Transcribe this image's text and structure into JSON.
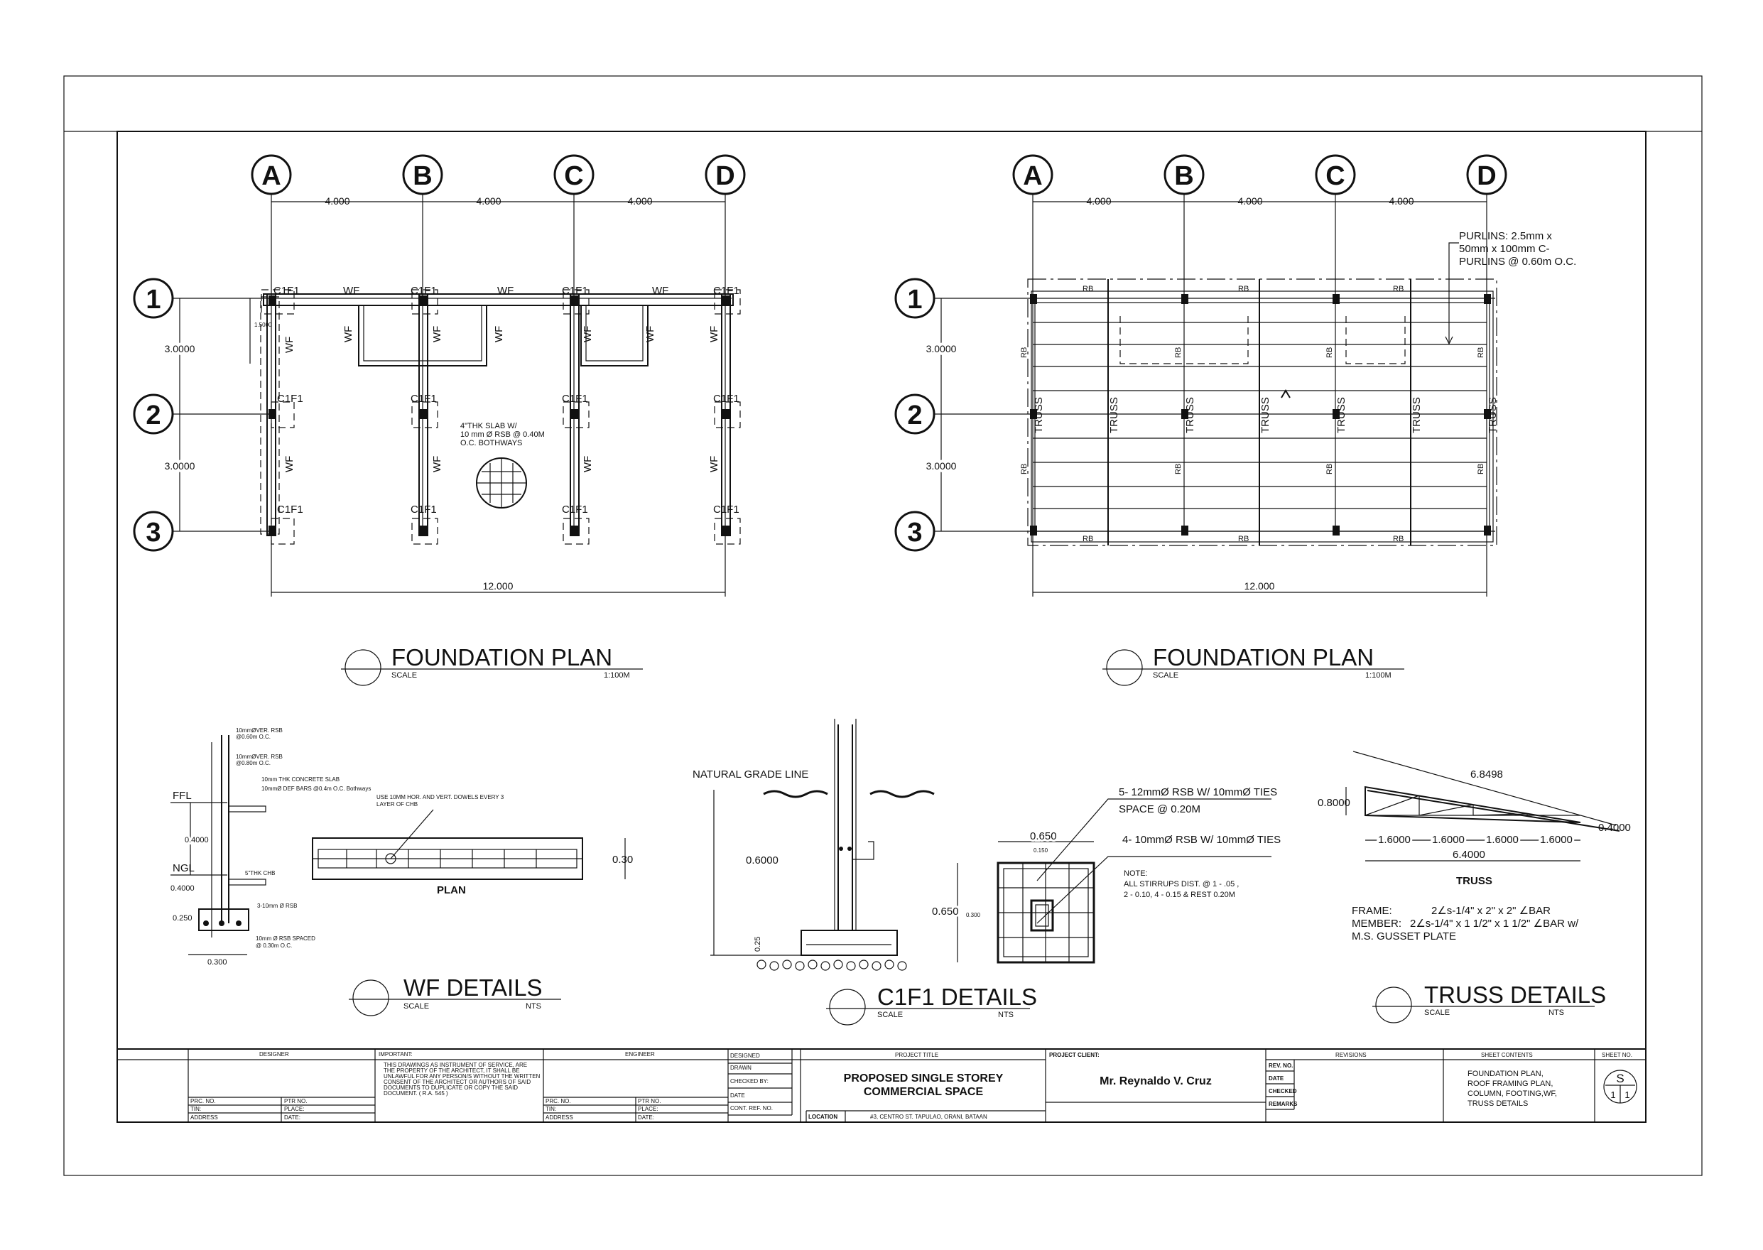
{
  "grid_letters": [
    "A",
    "B",
    "C",
    "D"
  ],
  "grid_numbers": [
    "1",
    "2",
    "3"
  ],
  "plan1": {
    "bay_dims": [
      "4.000",
      "4.000",
      "4.000"
    ],
    "row_dims": [
      "3.0000",
      "3.0000"
    ],
    "overall": "12.000",
    "small_dim": "1.5000",
    "column_tag": "C1F1",
    "footing_tag": "WF",
    "slab_note": [
      "4\"THK SLAB W/",
      "10 mm Ø RSB @ 0.40M",
      "O.C. BOTHWAYS"
    ],
    "title": "FOUNDATION PLAN",
    "scale_label": "SCALE",
    "scale_value": "1:100M"
  },
  "plan2": {
    "bay_dims": [
      "4.000",
      "4.000",
      "4.000"
    ],
    "row_dims": [
      "3.0000",
      "3.0000"
    ],
    "overall": "12.000",
    "rb": "RB",
    "truss": "TRUSS",
    "purlins_note": [
      "PURLINS: 2.5mm x",
      "50mm x 100mm C-",
      "PURLINS @ 0.60m O.C."
    ],
    "title": "FOUNDATION PLAN",
    "scale_label": "SCALE",
    "scale_value": "1:100M"
  },
  "wf": {
    "notes": [
      "10mmØVER. RSB",
      "@0.60m O.C.",
      "10mmØVER. RSB",
      "@0.80m O.C.",
      "10mm THK CONCRETE SLAB",
      "10mmØ DEF BARS @0.4m O.C. Bothways",
      "5\"THK CHB",
      "3-10mm Ø RSB",
      "10mm Ø RSB SPACED",
      "@ 0.30m O.C."
    ],
    "levels": [
      "FFL",
      "NGL"
    ],
    "dims": [
      "0.4000",
      "0.4000",
      "0.250",
      "0.300"
    ],
    "plan_note": [
      "USE 10MM HOR. AND VERT. DOWELS EVERY 3",
      "LAYER OF CHB"
    ],
    "plan_label": "PLAN",
    "plan_dim": "0.30",
    "title": "WF DETAILS",
    "scale_label": "SCALE",
    "scale_value": "NTS"
  },
  "c1f1": {
    "grade_line": "NATURAL GRADE LINE",
    "dims": [
      "0.6000",
      "0.25",
      "0.650",
      "0.650",
      "0.150",
      "0.300"
    ],
    "notes": [
      "5- 12mmØ RSB  W/ 10mmØ TIES",
      "SPACE @ 0.20M",
      "4- 10mmØ RSB  W/ 10mmØ TIES"
    ],
    "note_head": "NOTE:",
    "note_lines": [
      "ALL STIRRUPS DIST. @ 1 - .05 ,",
      "2 - 0.10, 4 - 0.15 & REST 0.20M"
    ],
    "title": "C1F1 DETAILS",
    "scale_label": "SCALE",
    "scale_value": "NTS"
  },
  "truss": {
    "top": "6.8498",
    "height": "0.8000",
    "overhang": "0.4000",
    "panels": [
      "1.6000",
      "1.6000",
      "1.6000",
      "1.6000"
    ],
    "span": "6.4000",
    "label": "TRUSS",
    "frame_lbl": "FRAME:",
    "frame_val": "2∠s-1/4\" x 2\" x 2\" ∠BAR",
    "member_lbl": "MEMBER:",
    "member_val": "2∠s-1/4\" x 1 1/2\" x 1 1/2\" ∠BAR w/",
    "gusset": "M.S. GUSSET PLATE",
    "title": "TRUSS DETAILS",
    "scale_label": "SCALE",
    "scale_value": "NTS"
  },
  "title_block": {
    "designer": "DESIGNER",
    "important": "IMPORTANT:",
    "important_text": [
      "THIS DRAWINGS AS INSTRUMENT OF SERVICE, ARE",
      "THE PROPERTY OF THE ARCHITECT, IT SHALL BE",
      "UNLAWFUL FOR ANY PERSON/S WITHOUT THE WRITTEN",
      "CONSENT OF THE ARCHITECT OR AUTHORS OF SAID",
      "DOCUMENTS TO DUPLICATE OR COPY THE SAID",
      "DOCUMENT. ( R.A. 545 )"
    ],
    "engineer": "ENGINEER",
    "prc": "PRC. NO.",
    "ptr": "PTR NO.",
    "tin": "TIN:",
    "place": "PLACE:",
    "address": "ADDRESS",
    "date": "DATE:",
    "designed": "DESIGNED",
    "drawn": "DRAWN",
    "checked_by": "CHECKED BY:",
    "date2": "DATE",
    "cont_ref": "CONT. REF. NO.",
    "project_title_h": "PROJECT TITLE",
    "project_title": [
      "PROPOSED SINGLE STOREY",
      "COMMERCIAL SPACE"
    ],
    "location_h": "LOCATION",
    "location": "#3, CENTRO ST. TAPULAO, ORANI, BATAAN",
    "client_h": "PROJECT CLIENT:",
    "client": "Mr. Reynaldo V. Cruz",
    "revisions_h": "REVISIONS",
    "rev_rows": [
      "REV. NO.",
      "DATE",
      "CHECKED",
      "REMARKS"
    ],
    "sheet_contents_h": "SHEET CONTENTS",
    "sheet_contents": [
      "FOUNDATION PLAN,",
      "ROOF FRAMING PLAN,",
      "COLUMN, FOOTING,WF,",
      "TRUSS DETAILS"
    ],
    "sheet_no_h": "SHEET NO.",
    "sheet_letter": "S",
    "sheet_num": "1",
    "sheet_total": "1"
  }
}
